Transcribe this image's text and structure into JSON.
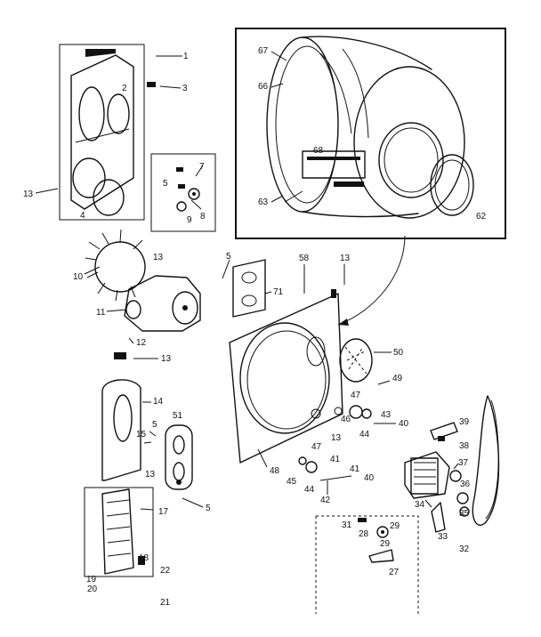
{
  "colors": {
    "ink": "#111111",
    "paper": "#ffffff"
  },
  "callouts": [
    "1",
    "2",
    "3",
    "4",
    "13",
    "7",
    "5",
    "8",
    "9",
    "67",
    "66",
    "68",
    "63",
    "62",
    "10",
    "13",
    "11",
    "5",
    "58",
    "13",
    "71",
    "12",
    "13",
    "14",
    "50",
    "49",
    "47",
    "46",
    "43",
    "40",
    "15",
    "5",
    "44",
    "39",
    "51",
    "13",
    "48",
    "13",
    "47",
    "41",
    "38",
    "37",
    "36",
    "35",
    "5",
    "45",
    "44",
    "41",
    "40",
    "42",
    "17",
    "34",
    "33",
    "32",
    "31",
    "28",
    "29",
    "29",
    "27",
    "18",
    "19",
    "20",
    "22",
    "21"
  ]
}
